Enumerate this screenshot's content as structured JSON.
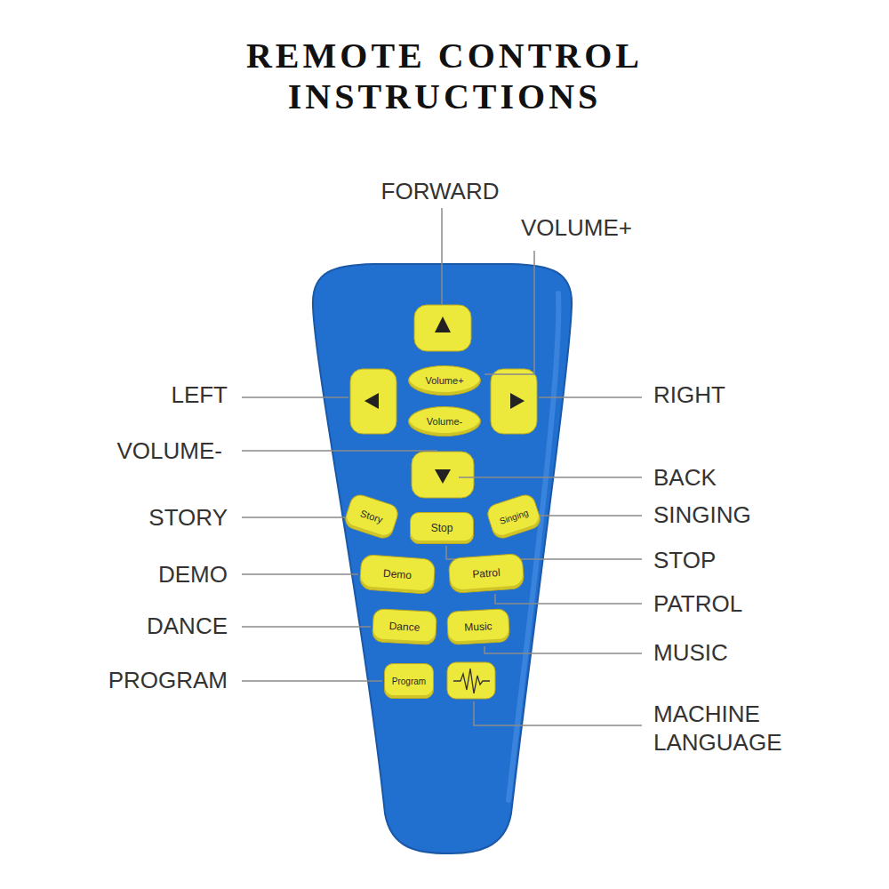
{
  "diagram": {
    "title": "REMOTE CONTROL INSTRUCTIONS",
    "nodes": [
      {
        "text": [
          "Volume+"
        ]
      },
      {
        "text": [
          "Volume-"
        ]
      },
      {
        "text": [
          "Story"
        ]
      },
      {
        "text": [
          "Stop"
        ]
      },
      {
        "text": [
          "Singing"
        ]
      },
      {
        "text": [
          "Demo"
        ]
      },
      {
        "text": [
          "Patrol"
        ]
      },
      {
        "text": [
          "Dance"
        ]
      },
      {
        "text": [
          "Music"
        ]
      },
      {
        "text": [
          "Program"
        ]
      }
    ],
    "labels": [
      "FORWARD",
      "VOLUME+",
      "LEFT",
      "RIGHT",
      "VOLUME-",
      "BACK",
      "STORY",
      "SINGING",
      "STOP",
      "DEMO",
      "PATROL",
      "DANCE",
      "MUSIC",
      "PROGRAM",
      "MACHINE LANGUAGE"
    ]
  }
}
